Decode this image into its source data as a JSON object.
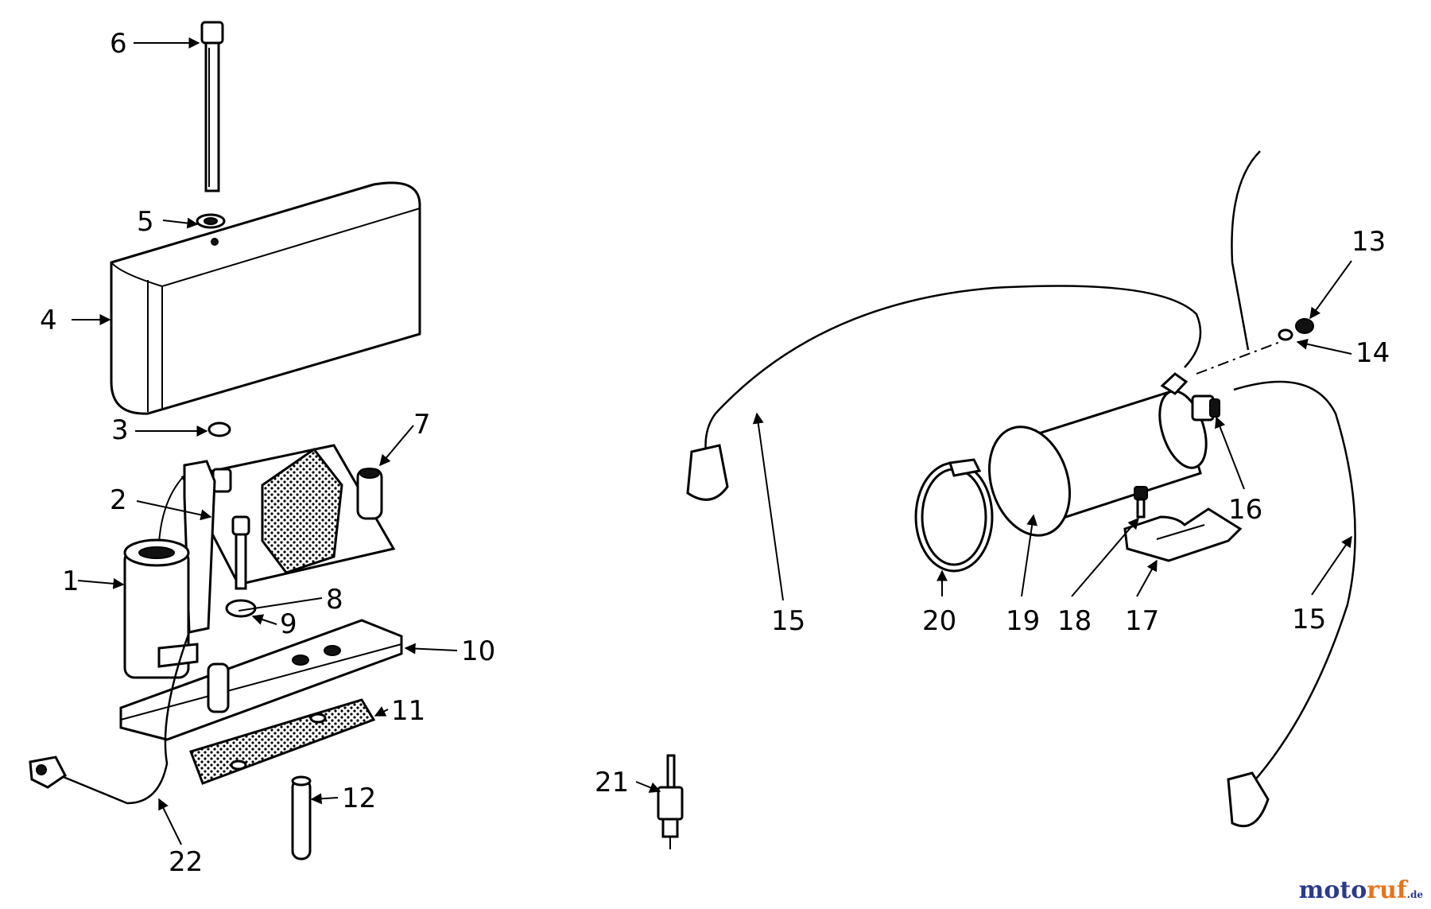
{
  "diagram": {
    "callouts": [
      "1",
      "2",
      "3",
      "4",
      "5",
      "6",
      "7",
      "8",
      "9",
      "10",
      "11",
      "12",
      "13",
      "14",
      "15",
      "15",
      "16",
      "17",
      "18",
      "19",
      "20",
      "21",
      "22"
    ]
  },
  "watermark": {
    "part1": "moto",
    "part2": "ruf",
    "suffix": ".de"
  },
  "colors": {
    "ink": "#000000",
    "paper": "#ffffff",
    "brand_blue": "#2a3a8c",
    "brand_orange": "#e3761e"
  }
}
